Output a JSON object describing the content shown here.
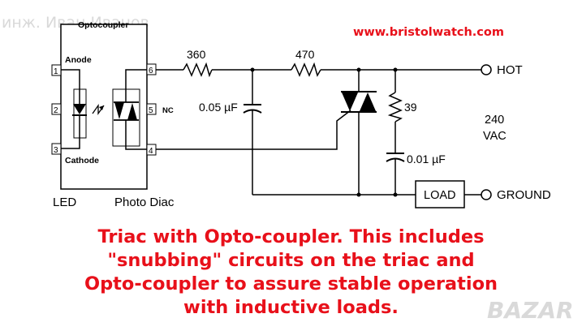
{
  "watermark": "инж. Иван Иванов",
  "website": "www.bristolwatch.com",
  "opto": {
    "title": "Optocoupler",
    "pins": [
      "1",
      "2",
      "3",
      "4",
      "5",
      "6"
    ],
    "anode": "Anode",
    "cathode": "Cathode",
    "nc": "NC",
    "led_label": "LED",
    "diac_label": "Photo Diac"
  },
  "components": {
    "r1": "360",
    "r2": "470",
    "r3": "39",
    "c1": "0.05 µF",
    "c2": "0.01 µF",
    "load": "LOAD"
  },
  "terminals": {
    "hot": "HOT",
    "ground": "GROUND",
    "supply_v": "240",
    "supply_unit": "VAC"
  },
  "caption": [
    "Triac with Opto-coupler. This includes",
    "\"snubbing\" circuits on the triac and",
    "Opto-coupler to assure stable operation",
    "with inductive loads."
  ],
  "badge": "BAZAR",
  "colors": {
    "caption": "#e8101a",
    "website": "#e8101a",
    "watermark": "#d9d9d9"
  }
}
